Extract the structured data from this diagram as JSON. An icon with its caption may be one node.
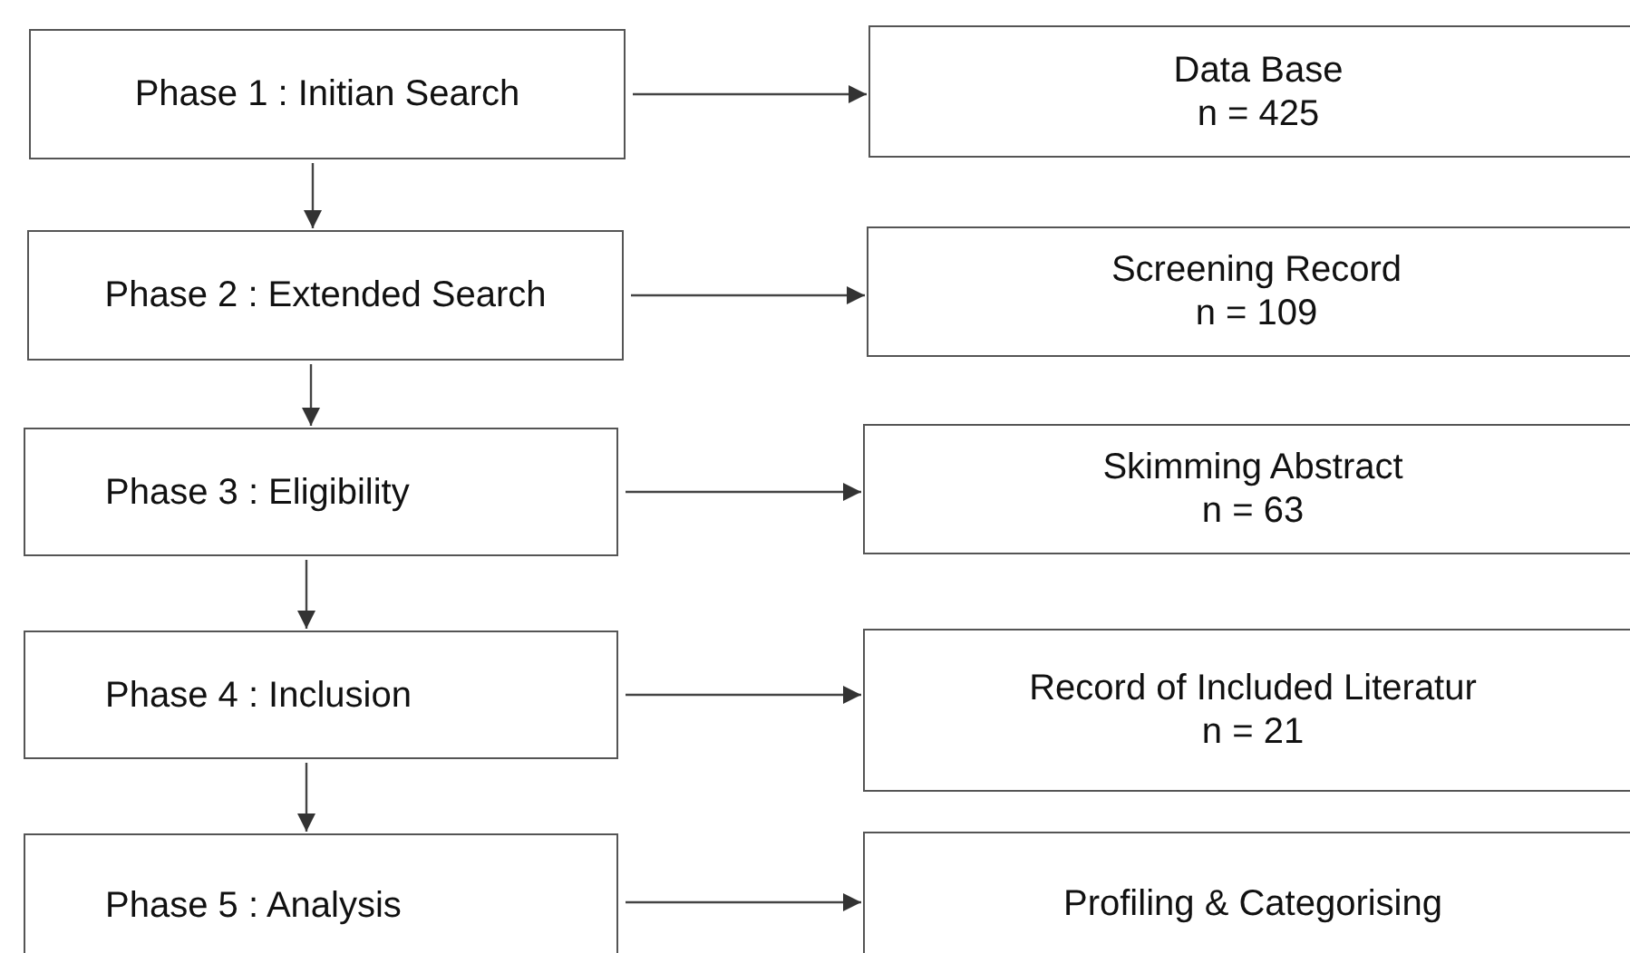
{
  "diagram": {
    "nodes": [
      {
        "text": [
          "Phase 1 : Initian Search"
        ]
      },
      {
        "text": [
          "Data Base",
          "n = 425"
        ]
      },
      {
        "text": [
          "Phase 2 : Extended Search"
        ]
      },
      {
        "text": [
          "Screening Record",
          "n = 109"
        ]
      },
      {
        "text": [
          "Phase 3 : Eligibility"
        ]
      },
      {
        "text": [
          "Skimming Abstract",
          "n = 63"
        ]
      },
      {
        "text": [
          "Phase 4 : Inclusion"
        ]
      },
      {
        "text": [
          "Record of Included Literatur",
          "n = 21"
        ]
      },
      {
        "text": [
          "Phase 5 : Analysis"
        ]
      },
      {
        "text": [
          "Profiling & Categorising"
        ]
      }
    ],
    "edges": [
      {
        "from": 0,
        "to": 1,
        "arrow": "to"
      },
      {
        "from": 0,
        "to": 2,
        "arrow": "to"
      },
      {
        "from": 2,
        "to": 3,
        "arrow": "to"
      },
      {
        "from": 2,
        "to": 4,
        "arrow": "to"
      },
      {
        "from": 4,
        "to": 5,
        "arrow": "to"
      },
      {
        "from": 4,
        "to": 6,
        "arrow": "to"
      },
      {
        "from": 6,
        "to": 7,
        "arrow": "to"
      },
      {
        "from": 6,
        "to": 8,
        "arrow": "to"
      },
      {
        "from": 8,
        "to": 9,
        "arrow": "to"
      }
    ]
  }
}
